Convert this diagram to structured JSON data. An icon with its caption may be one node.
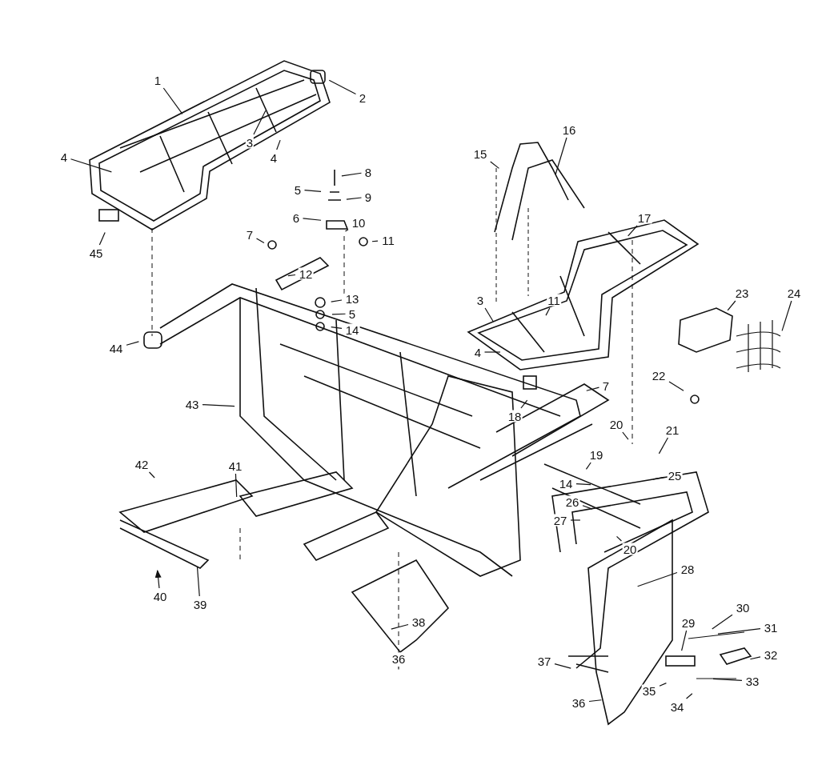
{
  "diagram": {
    "nodes": [
      {
        "text": [
          "1"
        ]
      },
      {
        "text": [
          "2"
        ]
      },
      {
        "text": [
          "3"
        ]
      },
      {
        "text": [
          "4"
        ]
      },
      {
        "text": [
          "4"
        ]
      },
      {
        "text": [
          "45"
        ]
      },
      {
        "text": [
          "8"
        ]
      },
      {
        "text": [
          "5"
        ]
      },
      {
        "text": [
          "9"
        ]
      },
      {
        "text": [
          "6"
        ]
      },
      {
        "text": [
          "10"
        ]
      },
      {
        "text": [
          "11"
        ]
      },
      {
        "text": [
          "7"
        ]
      },
      {
        "text": [
          "12"
        ]
      },
      {
        "text": [
          "13"
        ]
      },
      {
        "text": [
          "5"
        ]
      },
      {
        "text": [
          "14"
        ]
      },
      {
        "text": [
          "44"
        ]
      },
      {
        "text": [
          "43"
        ]
      },
      {
        "text": [
          "42"
        ]
      },
      {
        "text": [
          "41"
        ]
      },
      {
        "text": [
          "40"
        ]
      },
      {
        "text": [
          "39"
        ]
      },
      {
        "text": [
          "38"
        ]
      },
      {
        "text": [
          "36"
        ]
      },
      {
        "text": [
          "36"
        ]
      },
      {
        "text": [
          "37"
        ]
      },
      {
        "text": [
          "35"
        ]
      },
      {
        "text": [
          "34"
        ]
      },
      {
        "text": [
          "33"
        ]
      },
      {
        "text": [
          "32"
        ]
      },
      {
        "text": [
          "31"
        ]
      },
      {
        "text": [
          "30"
        ]
      },
      {
        "text": [
          "29"
        ]
      },
      {
        "text": [
          "28"
        ]
      },
      {
        "text": [
          "27"
        ]
      },
      {
        "text": [
          "26"
        ]
      },
      {
        "text": [
          "20"
        ]
      },
      {
        "text": [
          "14"
        ]
      },
      {
        "text": [
          "25"
        ]
      },
      {
        "text": [
          "19"
        ]
      },
      {
        "text": [
          "21"
        ]
      },
      {
        "text": [
          "20"
        ]
      },
      {
        "text": [
          "7"
        ]
      },
      {
        "text": [
          "22"
        ]
      },
      {
        "text": [
          "23"
        ]
      },
      {
        "text": [
          "24"
        ]
      },
      {
        "text": [
          "18"
        ]
      },
      {
        "text": [
          "4"
        ]
      },
      {
        "text": [
          "3"
        ]
      },
      {
        "text": [
          "11"
        ]
      },
      {
        "text": [
          "17"
        ]
      },
      {
        "text": [
          "16"
        ]
      },
      {
        "text": [
          "15"
        ]
      }
    ],
    "edges": [
      {
        "from": 0,
        "to": null,
        "arrow": "none"
      },
      {
        "from": 1,
        "to": null,
        "arrow": "none"
      },
      {
        "from": 2,
        "to": null,
        "arrow": "none"
      },
      {
        "from": 3,
        "to": null,
        "arrow": "none"
      },
      {
        "from": 4,
        "to": null,
        "arrow": "none"
      },
      {
        "from": 5,
        "to": null,
        "arrow": "none"
      },
      {
        "from": 6,
        "to": null,
        "arrow": "none"
      },
      {
        "from": 7,
        "to": null,
        "arrow": "none"
      },
      {
        "from": 8,
        "to": null,
        "arrow": "none"
      },
      {
        "from": 9,
        "to": null,
        "arrow": "none"
      },
      {
        "from": 10,
        "to": null,
        "arrow": "none"
      },
      {
        "from": 11,
        "to": null,
        "arrow": "none"
      },
      {
        "from": 12,
        "to": null,
        "arrow": "none"
      },
      {
        "from": 13,
        "to": null,
        "arrow": "none"
      },
      {
        "from": 14,
        "to": null,
        "arrow": "none"
      },
      {
        "from": 15,
        "to": null,
        "arrow": "none"
      },
      {
        "from": 16,
        "to": null,
        "arrow": "none"
      },
      {
        "from": 17,
        "to": null,
        "arrow": "none"
      },
      {
        "from": 18,
        "to": null,
        "arrow": "none"
      },
      {
        "from": 19,
        "to": null,
        "arrow": "none"
      },
      {
        "from": 20,
        "to": null,
        "arrow": "none"
      },
      {
        "from": 21,
        "to": null,
        "arrow": "to"
      },
      {
        "from": 22,
        "to": null,
        "arrow": "none"
      },
      {
        "from": 23,
        "to": null,
        "arrow": "none"
      },
      {
        "from": 24,
        "to": null,
        "arrow": "none"
      },
      {
        "from": 25,
        "to": null,
        "arrow": "none"
      },
      {
        "from": 26,
        "to": null,
        "arrow": "none"
      },
      {
        "from": 27,
        "to": null,
        "arrow": "none"
      },
      {
        "from": 28,
        "to": null,
        "arrow": "none"
      },
      {
        "from": 29,
        "to": null,
        "arrow": "none"
      },
      {
        "from": 30,
        "to": null,
        "arrow": "none"
      },
      {
        "from": 31,
        "to": null,
        "arrow": "none"
      },
      {
        "from": 32,
        "to": null,
        "arrow": "none"
      },
      {
        "from": 33,
        "to": null,
        "arrow": "none"
      },
      {
        "from": 34,
        "to": null,
        "arrow": "none"
      },
      {
        "from": 35,
        "to": null,
        "arrow": "none"
      },
      {
        "from": 36,
        "to": null,
        "arrow": "none"
      },
      {
        "from": 37,
        "to": null,
        "arrow": "none"
      },
      {
        "from": 38,
        "to": null,
        "arrow": "none"
      },
      {
        "from": 39,
        "to": null,
        "arrow": "none"
      },
      {
        "from": 40,
        "to": null,
        "arrow": "none"
      },
      {
        "from": 41,
        "to": null,
        "arrow": "none"
      },
      {
        "from": 42,
        "to": null,
        "arrow": "none"
      },
      {
        "from": 43,
        "to": null,
        "arrow": "none"
      },
      {
        "from": 44,
        "to": null,
        "arrow": "none"
      },
      {
        "from": 45,
        "to": null,
        "arrow": "none"
      },
      {
        "from": 46,
        "to": null,
        "arrow": "none"
      },
      {
        "from": 47,
        "to": null,
        "arrow": "none"
      },
      {
        "from": 48,
        "to": null,
        "arrow": "none"
      },
      {
        "from": 49,
        "to": null,
        "arrow": "none"
      },
      {
        "from": 50,
        "to": null,
        "arrow": "none"
      },
      {
        "from": 51,
        "to": null,
        "arrow": "none"
      },
      {
        "from": 52,
        "to": null,
        "arrow": "none"
      },
      {
        "from": 53,
        "to": null,
        "arrow": "none"
      }
    ]
  }
}
